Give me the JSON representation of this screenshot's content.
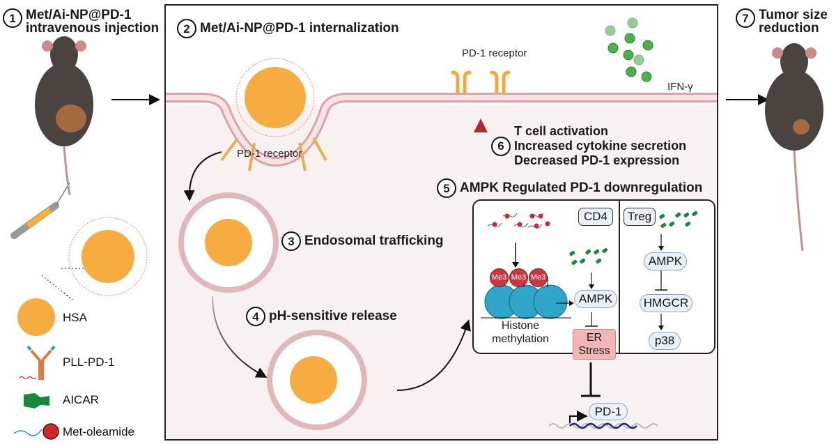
{
  "steps": {
    "s1": {
      "num": "1",
      "line1": "Met/Ai-NP@PD-1",
      "line2": "intravenous injection"
    },
    "s2": {
      "num": "2",
      "text": "Met/Ai-NP@PD-1 internalization"
    },
    "s3": {
      "num": "3",
      "text": "Endosomal trafficking"
    },
    "s4": {
      "num": "4",
      "text": "pH-sensitive release"
    },
    "s5": {
      "num": "5",
      "text": "AMPK Regulated PD-1 downregulation"
    },
    "s6": {
      "num": "6",
      "line1": "T cell activation",
      "line2": "Increased cytokine secretion",
      "line3": "Decreased PD-1 expression"
    },
    "s7": {
      "num": "7",
      "line1": "Tumor size",
      "line2": "reduction"
    }
  },
  "labels": {
    "pd1_receptor_membrane": "PD-1 receptor",
    "pd1_receptor_endocytosis": "PD-1 receptor",
    "ifn_gamma": "IFN-γ"
  },
  "panel": {
    "cd4": {
      "tag": "CD4",
      "histone_label_line1": "Histone",
      "histone_label_line2": "methylation",
      "me3_labels": [
        "Me3",
        "Me3",
        "Me3"
      ],
      "ampk": "AMPK",
      "er_stress_line1": "ER",
      "er_stress_line2": "Stress"
    },
    "treg": {
      "tag": "Treg",
      "ampk": "AMPK",
      "hmgcr": "HMGCR",
      "p38": "p38"
    }
  },
  "gene": {
    "label": "PD-1"
  },
  "legend": {
    "items": [
      {
        "label": "HSA",
        "icon": "hsa-sphere-icon"
      },
      {
        "label": "PLL-PD-1",
        "icon": "antibody-icon"
      },
      {
        "label": "AICAR",
        "icon": "aicar-icon"
      },
      {
        "label": "Met-oleamide",
        "icon": "met-oleamide-icon"
      }
    ]
  },
  "colors": {
    "hsa": "#f6ac40",
    "aicar": "#16893a",
    "met": "#d8232a",
    "membrane": "#e4b8bc",
    "receptor": "#f0a93a",
    "ifn": "#4caf50",
    "er_stress": "#f2b6b6",
    "pill": "#e9f0f9",
    "up_arrow": "#b3262b"
  }
}
